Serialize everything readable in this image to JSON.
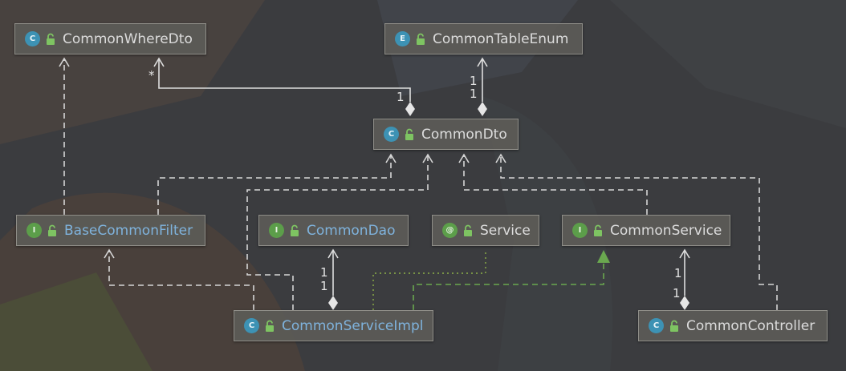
{
  "classes": {
    "common_where_dto": {
      "name": "CommonWhereDto",
      "kind": "C"
    },
    "common_table_enum": {
      "name": "CommonTableEnum",
      "kind": "E"
    },
    "common_dto": {
      "name": "CommonDto",
      "kind": "C"
    },
    "base_common_filter": {
      "name": "BaseCommonFilter",
      "kind": "I"
    },
    "common_dao": {
      "name": "CommonDao",
      "kind": "I"
    },
    "service": {
      "name": "Service",
      "kind": "@"
    },
    "common_service": {
      "name": "CommonService",
      "kind": "I"
    },
    "common_service_impl": {
      "name": "CommonServiceImpl",
      "kind": "C"
    },
    "common_controller": {
      "name": "CommonController",
      "kind": "C"
    }
  },
  "multiplicities": {
    "where_dto_star": "*",
    "where_dto_one": "1",
    "table_enum_top": "1",
    "table_enum_bottom": "1",
    "dao_top": "1",
    "dao_bottom": "1",
    "service_top": "1",
    "service_bottom": "1"
  },
  "colors": {
    "background": "#3b3c3f",
    "node_fill": "#5c5b57",
    "dependency_line": "#d6d6d6",
    "realization_line": "#6aa84f",
    "annotation_line": "#8db048",
    "class_icon": "#3d92b4",
    "interface_icon": "#5c9e4a"
  }
}
